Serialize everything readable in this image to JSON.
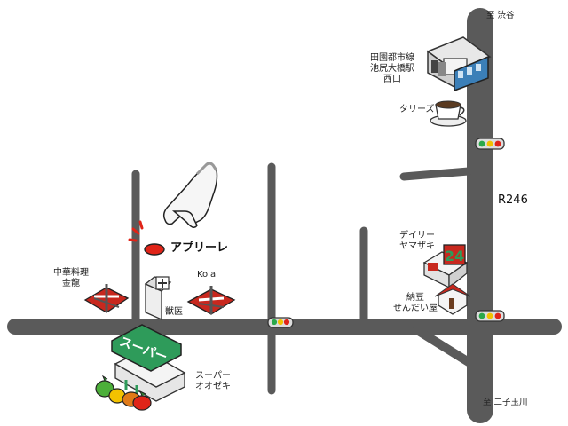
{
  "map": {
    "destinations": {
      "north": "至 渋谷",
      "south": "至 二子玉川"
    },
    "route_label": "R246",
    "highlight": {
      "label": "アプリーレ"
    },
    "landmarks": {
      "station": [
        "田園都市線",
        "池尻大橋駅",
        "西口"
      ],
      "cafe": "タリーズ",
      "convenience_store": [
        "デイリー",
        "ヤマザキ"
      ],
      "convenience_store_sign": "24",
      "natto_shop": [
        "納豆",
        "せんだい屋"
      ],
      "chinese_restaurant": [
        "中華料理",
        "金龍"
      ],
      "vet": "獣医",
      "kola": "Kola",
      "supermarket": [
        "スーパー",
        "オオゼキ"
      ],
      "supermarket_sign": "スーパー"
    },
    "colors": {
      "road": "#5a5a5a",
      "highlight_marker": "#e02418",
      "accent_red": "#c8281e",
      "accent_green": "#2e9b5a",
      "background": "#ffffff"
    },
    "icons": [
      "hand-pointer-icon",
      "station-building-icon",
      "coffee-cup-icon",
      "traffic-light-icon",
      "store-24-icon",
      "house-icon",
      "signpost-icon",
      "vet-clinic-icon",
      "supermarket-icon",
      "vegetables-icon"
    ]
  }
}
